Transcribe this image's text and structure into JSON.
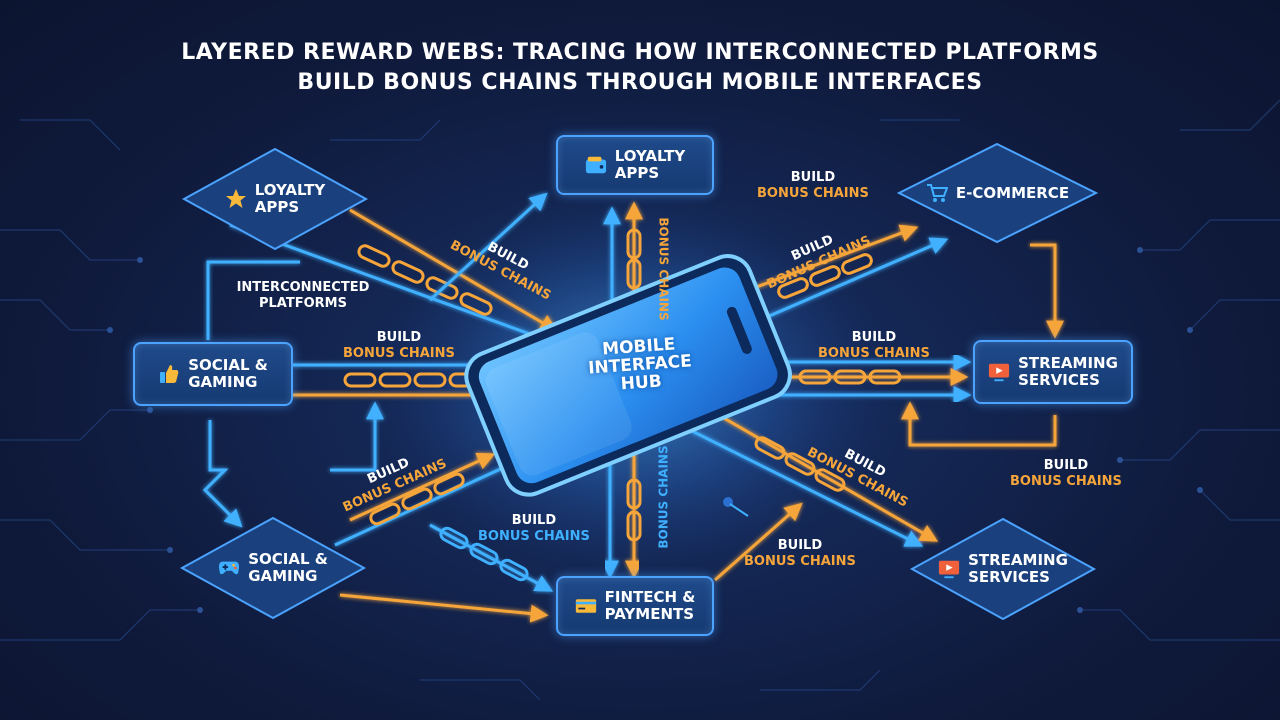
{
  "title": {
    "line1": "LAYERED REWARD WEBS: TRACING HOW INTERCONNECTED PLATFORMS",
    "line2": "BUILD BONUS CHAINS THROUGH MOBILE INTERFACES"
  },
  "hub": {
    "label": "MOBILE\nINTERFACE\nHUB"
  },
  "nodes": {
    "loyalty_left": "LOYALTY\nAPPS",
    "loyalty_top": "LOYALTY\nAPPS",
    "ecommerce": "E-COMMERCE",
    "social_left": "SOCIAL &\nGAMING",
    "streaming_right": "STREAMING\nSERVICES",
    "social_bottom": "SOCIAL &\nGAMING",
    "fintech": "FINTECH &\nPAYMENTS",
    "streaming_bottom": "STREAMING\nSERVICES"
  },
  "labels": {
    "interconnected": "INTERCONNECTED\nPLATFORMS",
    "build": "BUILD",
    "bonus_chains": "BONUS CHAINS"
  },
  "colors": {
    "background": "#0f1a3c",
    "blue_connector": "#3fb0ff",
    "orange_connector": "#f6a53a",
    "node_fill": "#1a417e",
    "node_border": "#4ba3ff"
  },
  "icons": {
    "loyalty_left": "star-icon",
    "loyalty_top": "wallet-icon",
    "ecommerce": "cart-icon",
    "social_left": "thumbs-up-icon",
    "streaming_right": "play-screen-icon",
    "social_bottom": "gamepad-icon",
    "fintech": "credit-card-icon",
    "streaming_bottom": "play-screen-icon"
  }
}
